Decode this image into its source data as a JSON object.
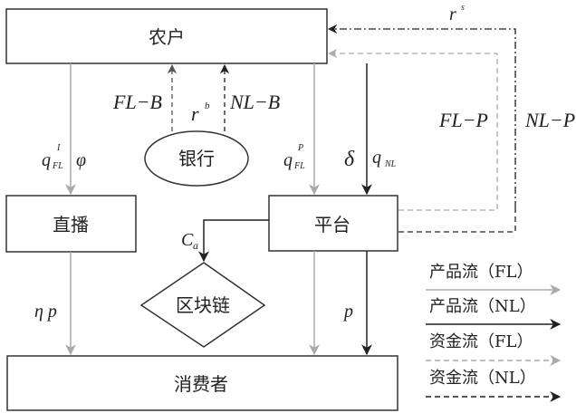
{
  "nodes": {
    "farmer": "农户",
    "bank": "银行",
    "livestream": "直播",
    "platform": "平台",
    "blockchain": "区块链",
    "consumer": "消费者"
  },
  "labels": {
    "fl_b": "FL−B",
    "nl_b": "NL−B",
    "r_b_base": "r",
    "r_b_sup": "b",
    "r_s_base": "r",
    "r_s_sup": "s",
    "q_fl_i_base": "q",
    "q_fl_i_sup": "I",
    "q_fl_i_sub": "FL",
    "phi": "φ",
    "q_fl_p_base": "q",
    "q_fl_p_sup": "P",
    "q_fl_p_sub": "FL",
    "delta": "δ",
    "q_nl_base": "q",
    "q_nl_sub": "NL",
    "fl_p": "FL−P",
    "nl_p": "NL−P",
    "c_a_base": "C",
    "c_a_sub": "a",
    "eta_p": "η p",
    "p": "p"
  },
  "legend": [
    {
      "label": "产品流（FL）",
      "style": "solid",
      "color": "#aaaaaa"
    },
    {
      "label": "产品流（NL）",
      "style": "solid",
      "color": "#222222"
    },
    {
      "label": "资金流（FL）",
      "style": "dashed",
      "color": "#aaaaaa"
    },
    {
      "label": "资金流（NL）",
      "style": "dashed",
      "color": "#222222"
    }
  ],
  "colors": {
    "fl": "#aaaaaa",
    "nl": "#222222",
    "border": "#333333"
  }
}
